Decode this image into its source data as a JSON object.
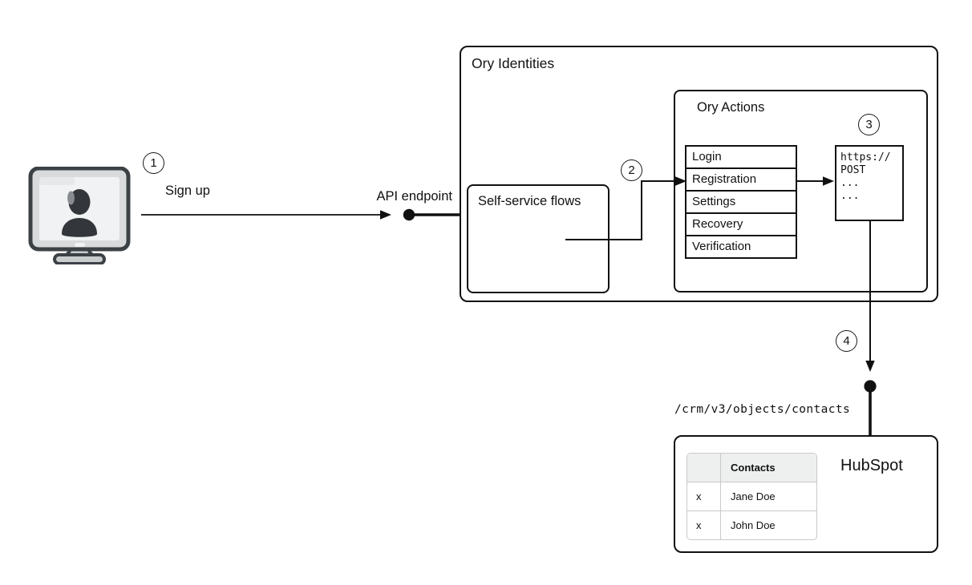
{
  "markers": {
    "one": "1",
    "two": "2",
    "three": "3",
    "four": "4"
  },
  "labels": {
    "sign_up": "Sign up",
    "api_endpoint": "API endpoint",
    "crm_endpoint": "/crm/v3/objects/contacts"
  },
  "ory_identities": {
    "title": "Ory Identities"
  },
  "self_service": {
    "title": "Self-service flows"
  },
  "ory_actions": {
    "title": "Ory Actions",
    "flows": [
      "Login",
      "Registration",
      "Settings",
      "Recovery",
      "Verification"
    ]
  },
  "webhook": {
    "code": "https://\nPOST\n...\n..."
  },
  "hubspot": {
    "title": "HubSpot",
    "contacts_table": {
      "header": "Contacts",
      "rows": [
        {
          "mark": "x",
          "name": "Jane Doe"
        },
        {
          "mark": "x",
          "name": "John Doe"
        }
      ]
    }
  },
  "colors": {
    "line": "#111111",
    "table_header_bg": "#eef0f0",
    "table_border": "#c9c9c9",
    "monitor_body": "#d8dadc",
    "monitor_screen": "#f1f2f3",
    "silhouette": "#33373b"
  }
}
